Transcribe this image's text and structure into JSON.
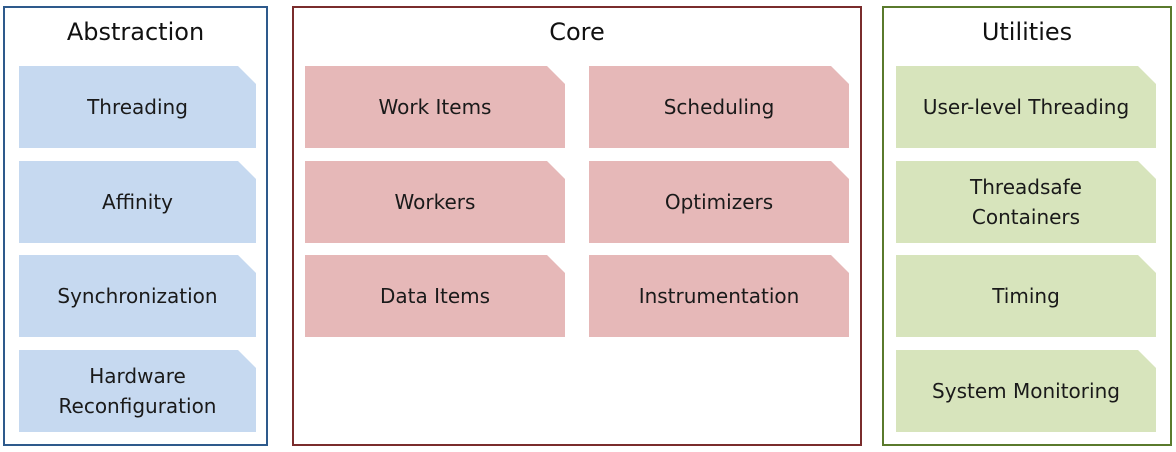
{
  "panels": {
    "abstraction": {
      "title": "Abstraction",
      "items": [
        "Threading",
        "Affinity",
        "Synchronization",
        "Hardware\nReconfiguration"
      ]
    },
    "core": {
      "title": "Core",
      "items": [
        "Work Items",
        "Scheduling",
        "Workers",
        "Optimizers",
        "Data Items",
        "Instrumentation"
      ]
    },
    "utilities": {
      "title": "Utilities",
      "items": [
        "User-level Threading",
        "Threadsafe\nContainers",
        "Timing",
        "System Monitoring"
      ]
    }
  },
  "colors": {
    "abstraction_border": "#2e5a8c",
    "abstraction_fill": "#c6d9f0",
    "core_border": "#7a2c2c",
    "core_fill": "#e6b8b8",
    "utilities_border": "#5a7a2c",
    "utilities_fill": "#d7e4bc"
  }
}
